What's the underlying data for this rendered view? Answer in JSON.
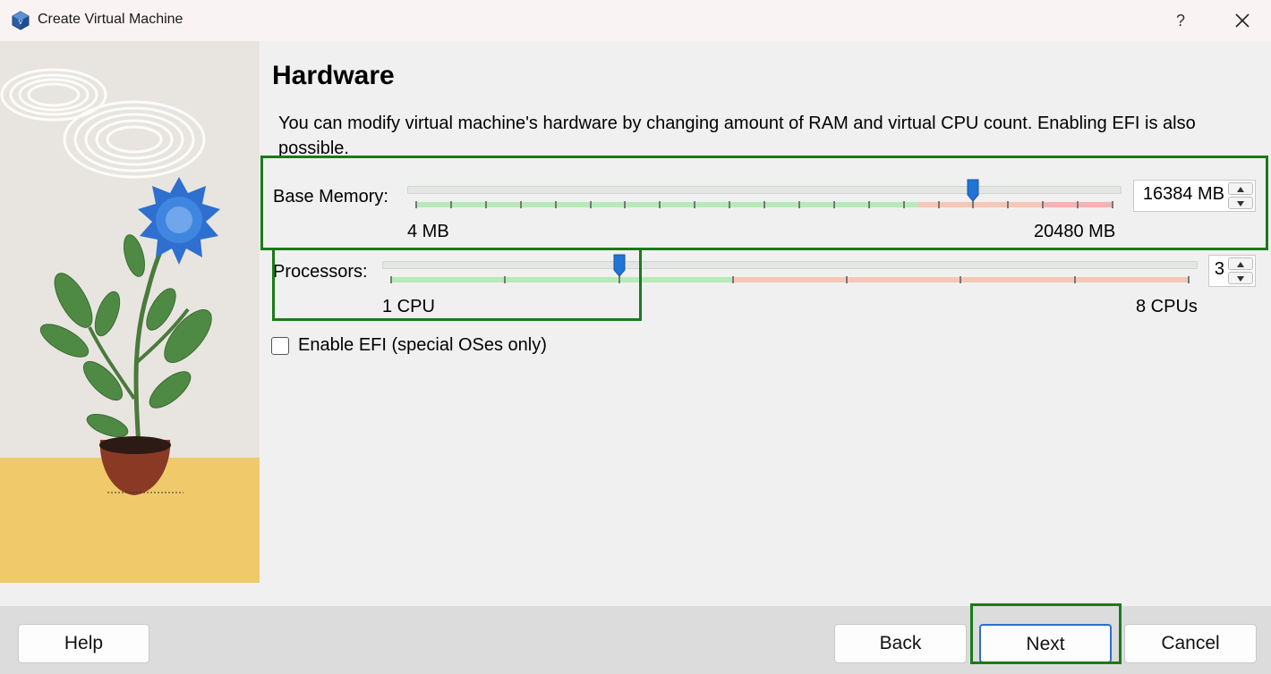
{
  "window": {
    "title": "Create Virtual Machine",
    "help_glyph": "?",
    "close_glyph": "✕"
  },
  "page": {
    "heading": "Hardware",
    "description": "You can modify virtual machine's hardware by changing amount of RAM and virtual CPU count. Enabling EFI is also possible."
  },
  "memory": {
    "label": "Base Memory:",
    "min_label": "4 MB",
    "max_label": "20480 MB",
    "value_text": "16384 MB",
    "value_mb": 16384,
    "min_mb": 4,
    "max_mb": 20480
  },
  "processors": {
    "label": "Processors:",
    "min_label": "1 CPU",
    "max_label": "8 CPUs",
    "value_text": "3",
    "value": 3,
    "min": 1,
    "max": 8
  },
  "efi": {
    "label": "Enable EFI (special OSes only)",
    "checked": false
  },
  "buttons": {
    "help": "Help",
    "back": "Back",
    "next": "Next",
    "cancel": "Cancel"
  },
  "colors": {
    "safe_range": "#b7eab7",
    "warn_range": "#f5c8b5",
    "danger_range": "#f4b3b3",
    "thumb": "#1f74d4",
    "highlight": "#1b7a1b",
    "primary_border": "#2b6fce"
  }
}
